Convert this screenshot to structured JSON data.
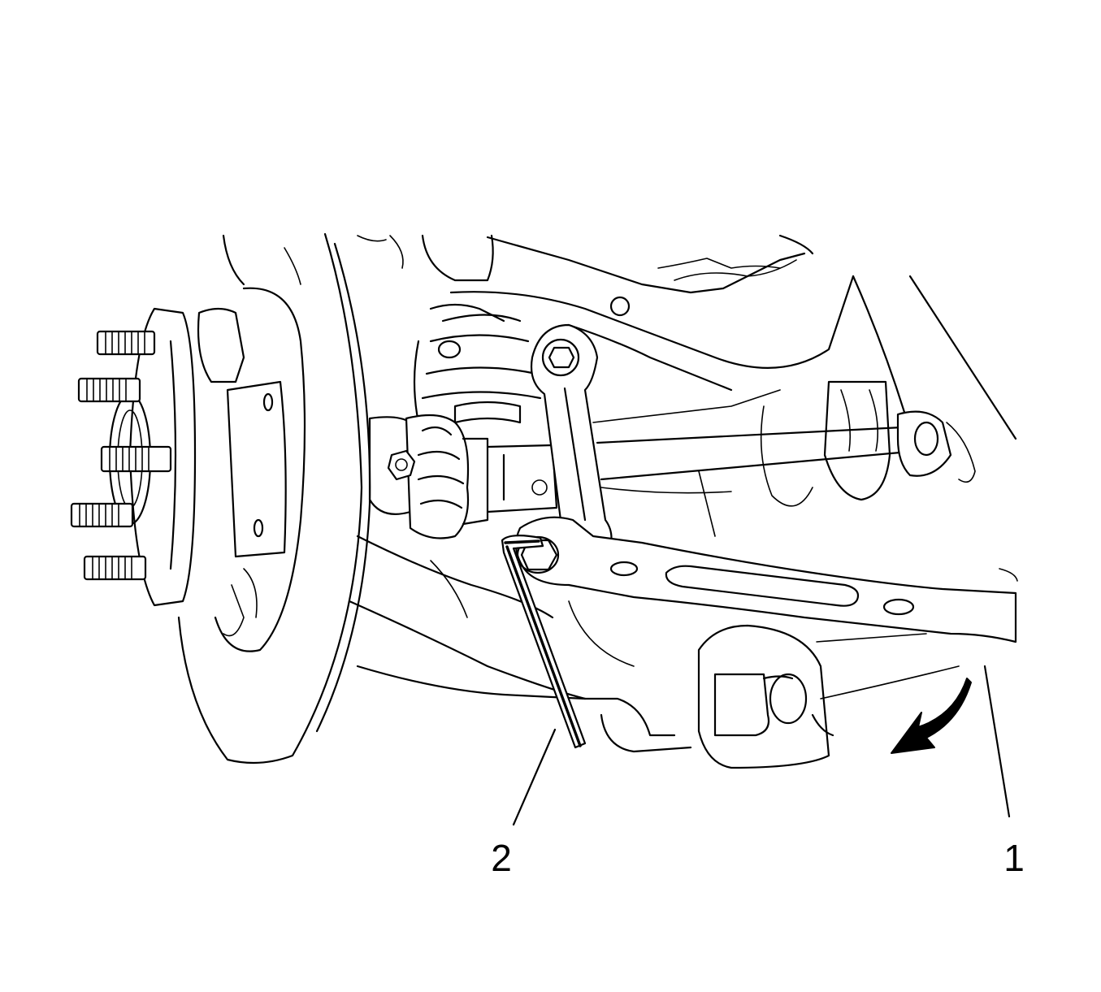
{
  "callouts": [
    {
      "id": "1",
      "label": "1"
    },
    {
      "id": "2",
      "label": "2"
    }
  ],
  "icons": {
    "rotation_arrow": "curved-arrow-icon"
  }
}
